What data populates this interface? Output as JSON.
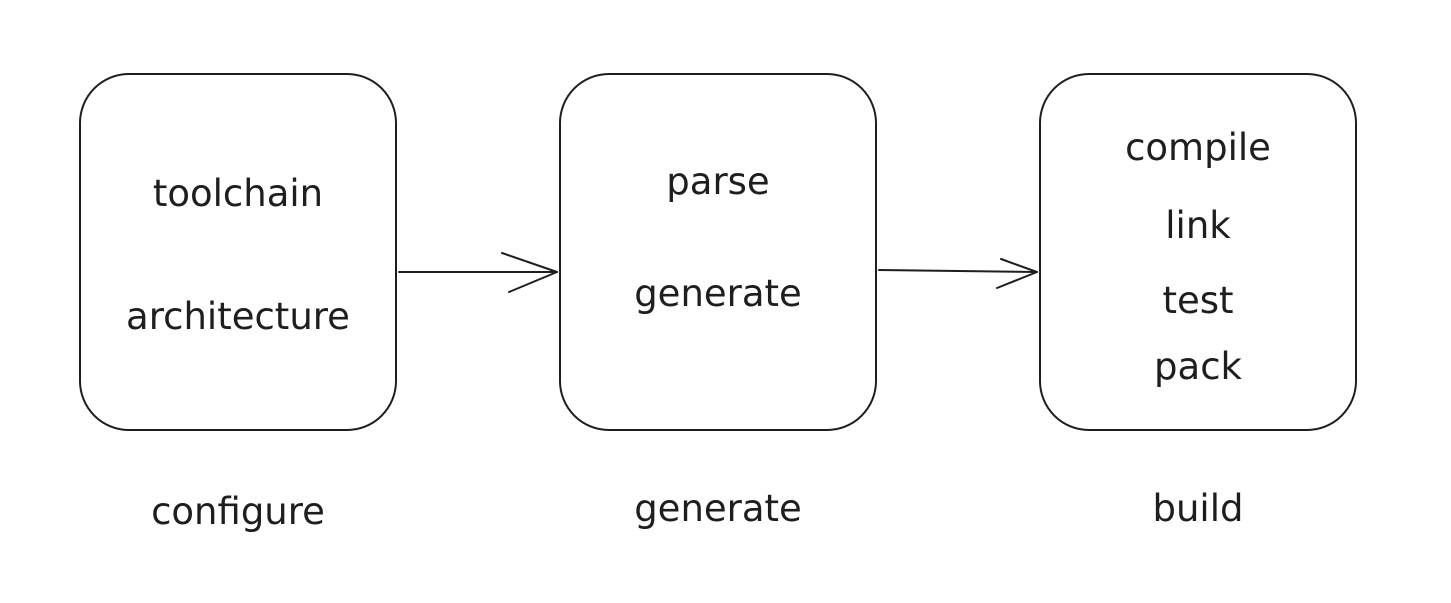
{
  "stages": [
    {
      "phase": "configure",
      "steps": [
        "toolchain",
        "architecture"
      ]
    },
    {
      "phase": "generate",
      "steps": [
        "parse",
        "generate"
      ]
    },
    {
      "phase": "build",
      "steps": [
        "compile",
        "link",
        "test",
        "pack"
      ]
    }
  ],
  "connectors": [
    {
      "from": "configure",
      "to": "generate"
    },
    {
      "from": "generate",
      "to": "build"
    }
  ],
  "colors": {
    "stroke": "#1e1e1e",
    "background": "#ffffff"
  }
}
